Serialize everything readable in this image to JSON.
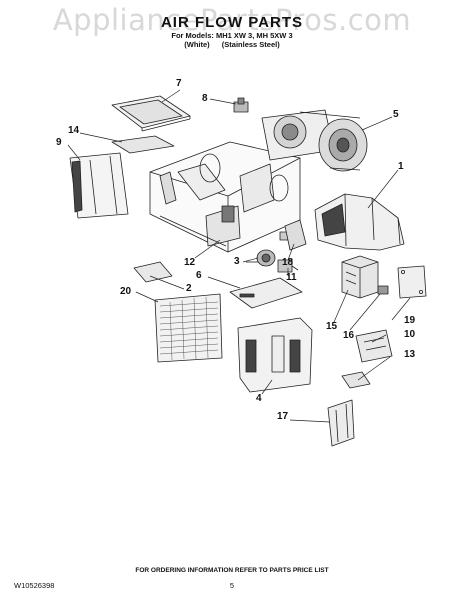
{
  "watermark": "AppliancePartsPros.com",
  "header": {
    "title": "AIR FLOW PARTS",
    "models_line": "For Models: MH1 XW 3, MH 5XW 3",
    "finish_white": "(White)",
    "finish_stainless": "(Stainless Steel)"
  },
  "callouts": {
    "p1": "1",
    "p2": "2",
    "p3": "3",
    "p4": "4",
    "p5": "5",
    "p6": "6",
    "p7": "7",
    "p8": "8",
    "p9": "9",
    "p10": "10",
    "p11": "11",
    "p12": "12",
    "p13": "13",
    "p14": "14",
    "p15": "15",
    "p16": "16",
    "p17": "17",
    "p18": "18",
    "p19": "19",
    "p20": "20"
  },
  "footer": {
    "ordering_note": "FOR ORDERING INFORMATION REFER TO PARTS PRICE LIST",
    "doc_number": "W10526398",
    "page_number": "5"
  }
}
